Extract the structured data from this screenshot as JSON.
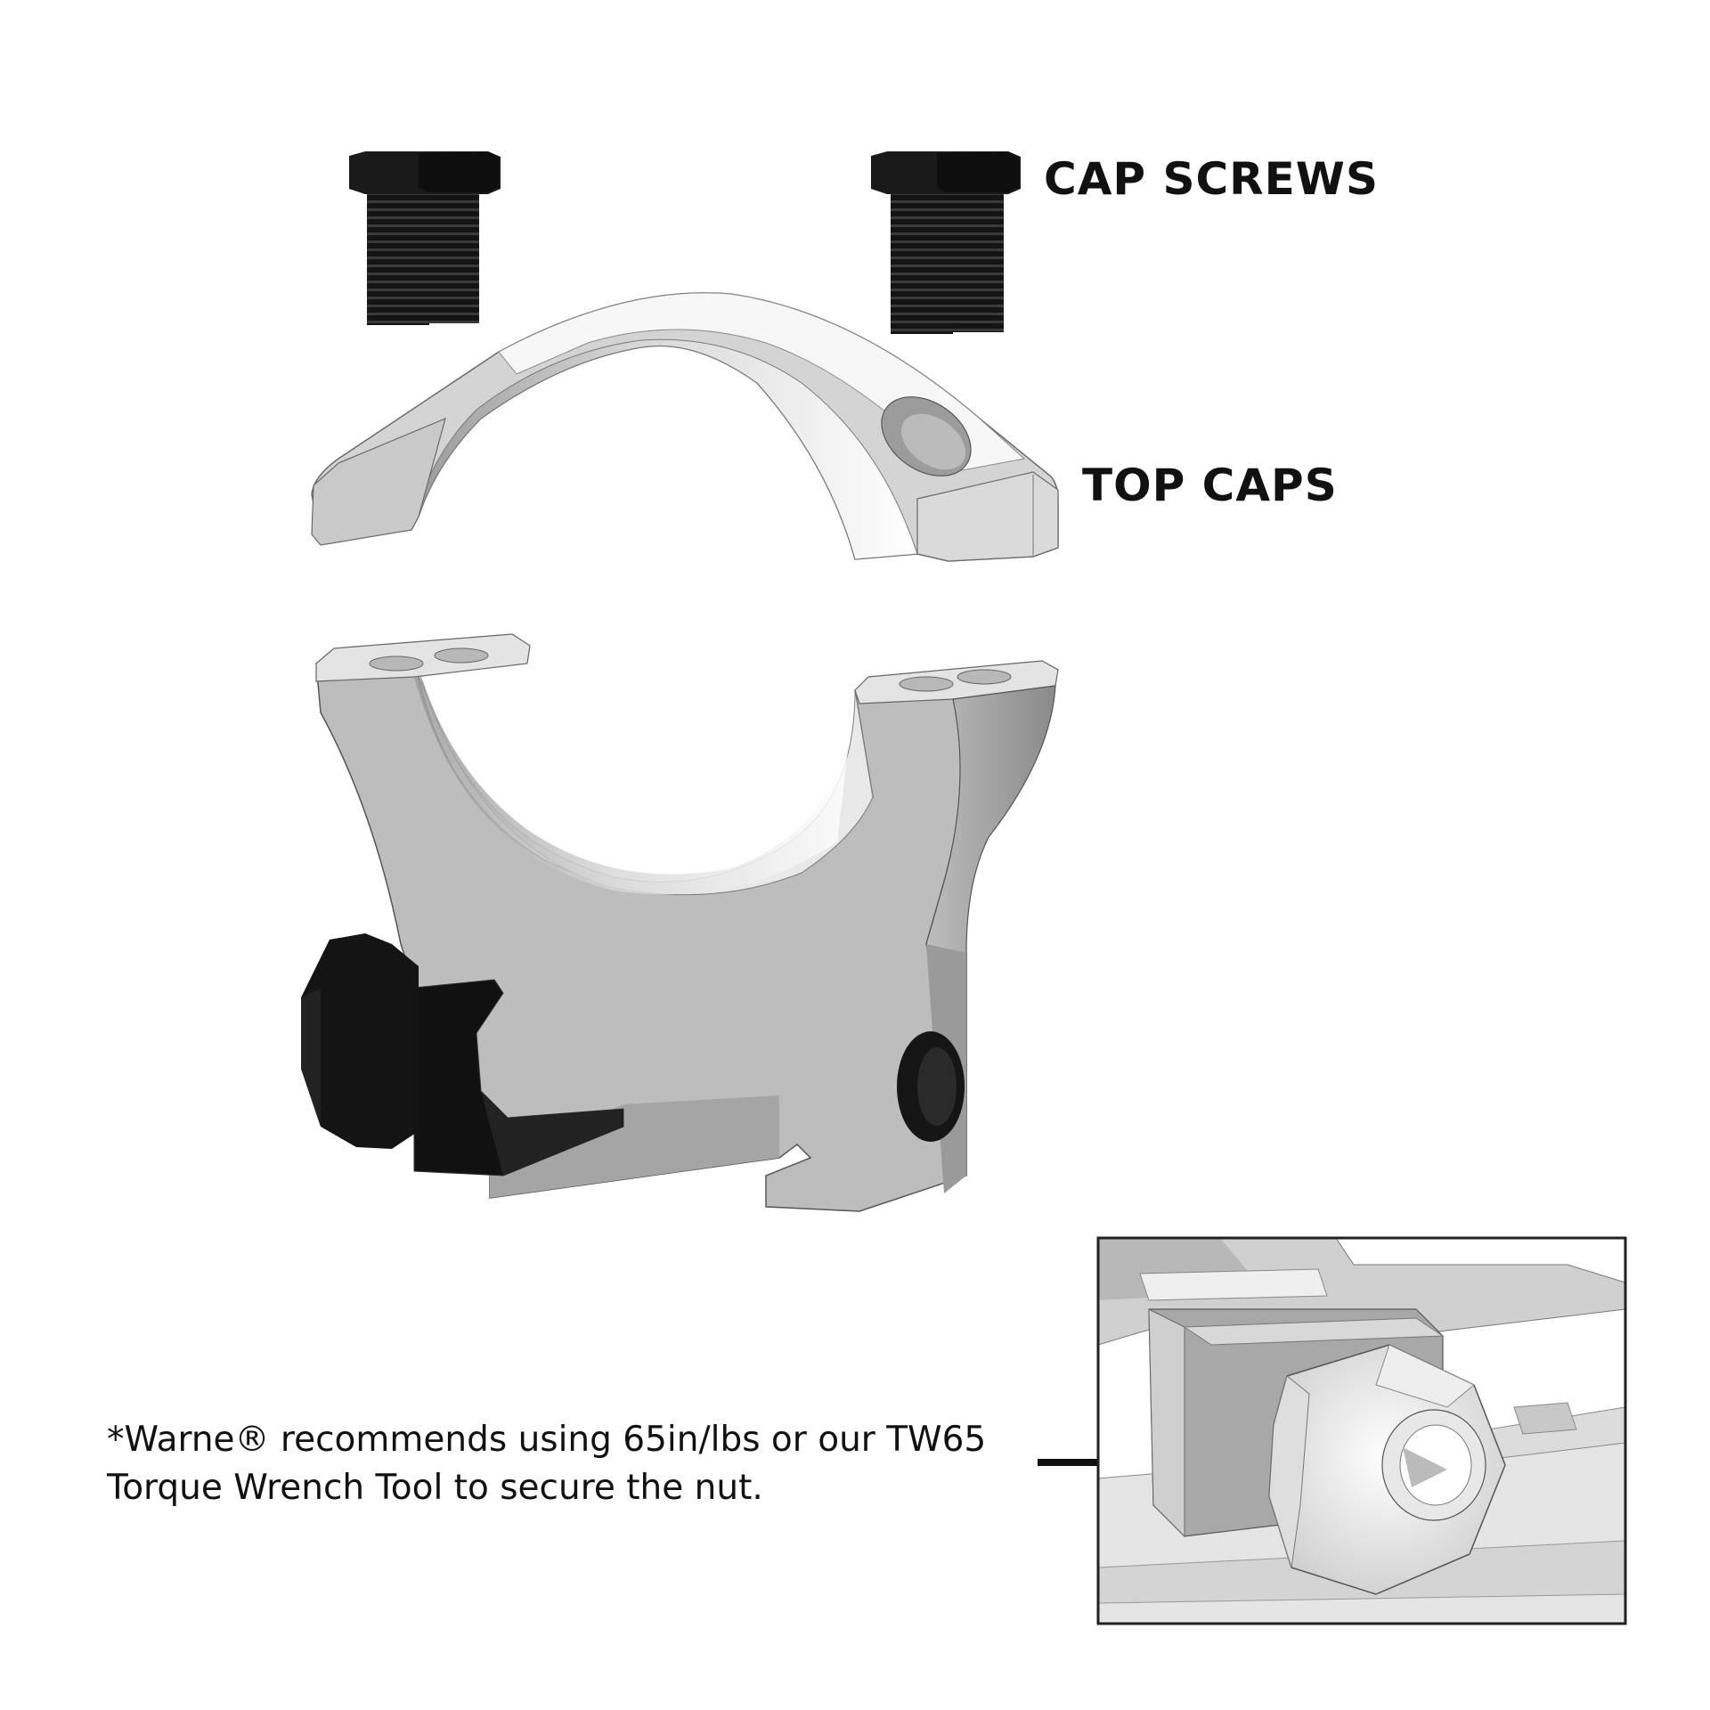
{
  "labels": {
    "cap_screws": "CAP SCREWS",
    "top_caps": "TOP CAPS"
  },
  "note": {
    "line1": "*Warne® recommends using 65in/lbs or our TW65",
    "line2": "Torque Wrench Tool to secure the nut."
  },
  "colors": {
    "background": "#ffffff",
    "metal": "#c9c9c9",
    "metal_light": "#f2f2f2",
    "metal_dark": "#8f8f8f",
    "hardware": "#151515",
    "text": "#111111"
  }
}
